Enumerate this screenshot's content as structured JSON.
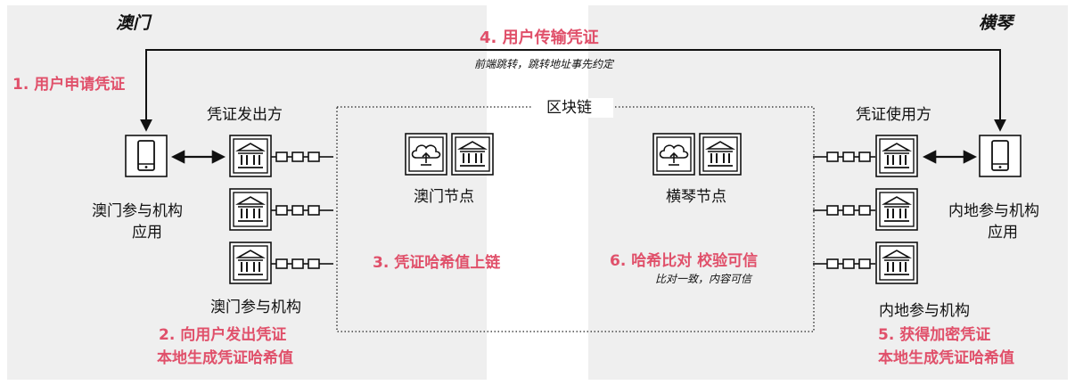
{
  "regions": {
    "left": "澳门",
    "right": "横琴"
  },
  "steps": {
    "s1": "1. 用户申请凭证",
    "s2_line1": "2.  向用户发出凭证",
    "s2_line2": "本地生成凭证哈希值",
    "s3": "3.  凭证哈希值上链",
    "s4": "4.  用户传输凭证",
    "s4_note": "前端跳转，跳转地址事先约定",
    "s5_line1": "5.  获得加密凭证",
    "s5_line2": "本地生成凭证哈希值",
    "s6": "6. 哈希比对  校验可信",
    "s6_note": "比对一致，内容可信"
  },
  "labels": {
    "issuer": "凭证发出方",
    "consumer": "凭证使用方",
    "blockchain": "区块链",
    "macau_app_line1": "澳门参与机构",
    "macau_app_line2": "应用",
    "mainland_app_line1": "内地参与机构",
    "mainland_app_line2": "应用",
    "macau_inst": "澳门参与机构",
    "mainland_inst": "内地参与机构",
    "macau_node": "澳门节点",
    "hengqin_node": "横琴节点"
  },
  "colors": {
    "accent": "#e0506a",
    "panel": "#efefef",
    "ink": "#111111"
  }
}
